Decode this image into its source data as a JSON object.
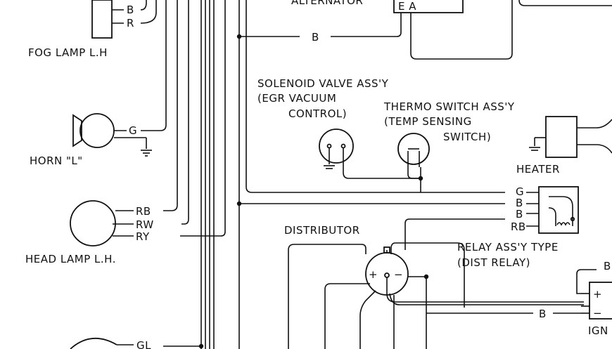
{
  "labels": {
    "fog_lamp": "FOG LAMP L.H",
    "horn": "HORN \"L\"",
    "head_lamp": "HEAD LAMP L.H.",
    "alternator": "ALTERNATOR",
    "alternator_terminals": "E A",
    "solenoid_1": "SOLENOID VALVE ASS'Y",
    "solenoid_2": "(EGR VACUUM",
    "solenoid_3": "CONTROL)",
    "thermo_1": "THERMO SWITCH ASS'Y",
    "thermo_2": "(TEMP SENSING",
    "thermo_3": "SWITCH)",
    "heater": "HEATER",
    "distributor": "DISTRIBUTOR",
    "relay_1": "RELAY ASS'Y TYPE",
    "relay_2": "(DIST RELAY)",
    "ign": "IGN"
  },
  "wires": {
    "fog_b": "B",
    "fog_r": "R",
    "horn_g": "G",
    "head_rb": "RB",
    "head_rw": "RW",
    "head_ry": "RY",
    "bottom_gl": "GL",
    "alt_b": "B",
    "relay_g": "G",
    "relay_b1": "B",
    "relay_b2": "B",
    "relay_rb": "RB",
    "ign_b": "B",
    "ign_b_top": "B"
  },
  "symbols": {
    "plus": "+",
    "minus": "−"
  }
}
